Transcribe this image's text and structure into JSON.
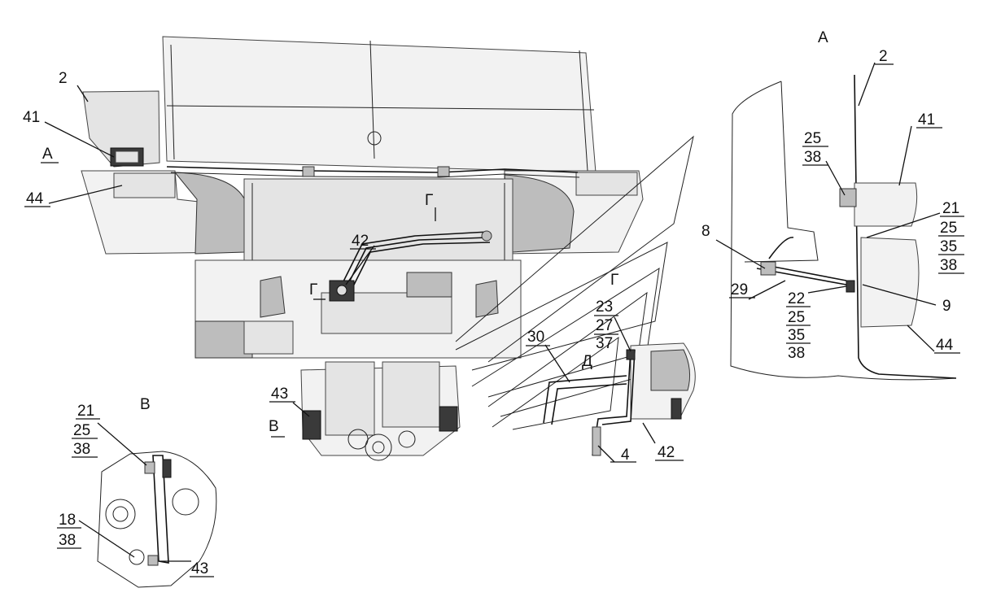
{
  "views": {
    "main_A": "А",
    "main_G": "Г",
    "main_G2": "Г",
    "main_V": "В",
    "view_A": "А",
    "view_G": "Г",
    "view_V": "В",
    "view_D": "Д"
  },
  "callouts": {
    "m2": "2",
    "m41": "41",
    "m44": "44",
    "m42": "42",
    "m43": "43",
    "g23": "23",
    "g27": "27",
    "g37": "37",
    "g30": "30",
    "g4": "4",
    "g42": "42",
    "a2": "2",
    "a25": "25",
    "a38": "38",
    "a41": "41",
    "a21": "21",
    "a25b": "25",
    "a35": "35",
    "a38b": "38",
    "a8": "8",
    "a29": "29",
    "a22": "22",
    "a25c": "25",
    "a35b": "35",
    "a38c": "38",
    "a9": "9",
    "a44": "44",
    "v21": "21",
    "v25": "25",
    "v38": "38",
    "v18": "18",
    "v38b": "38",
    "v43": "43"
  }
}
